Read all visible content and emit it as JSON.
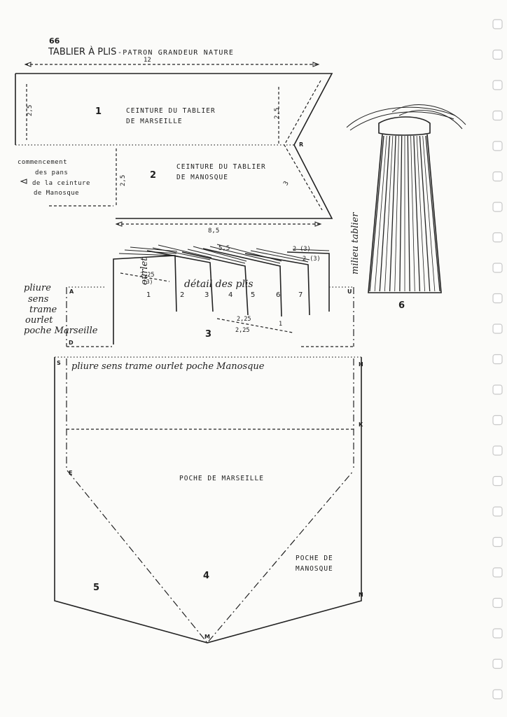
{
  "header": {
    "page_number": "66",
    "title": "TABLIER À PLIS",
    "subtitle": "-PATRON GRANDEUR NATURE"
  },
  "belt": {
    "dim_top": "12",
    "dim_left": "2,5",
    "piece1_num": "1",
    "piece1_label_l1": "CEINTURE DU TABLIER",
    "piece1_label_l2": "DE MARSEILLE",
    "dim_right": "2,5",
    "point_r": "R",
    "note_l1": "commencement",
    "note_l2": "des pans",
    "note_l3": "de la ceinture",
    "note_l4": "de Manosque",
    "dim_left2": "2,5",
    "piece2_num": "2",
    "piece2_label_l1": "CEINTURE DU TABLIER",
    "piece2_label_l2": "DE MANOSQUE",
    "dim_diag": "3",
    "dim_bottom": "8,5"
  },
  "pleats": {
    "dim_top": "5,5",
    "dim_right1": "2 (3)",
    "dim_right2": "2 (3)",
    "dim_left_a": "2,25",
    "dim_left_b": "(3)",
    "label_ourlet": "ourlet",
    "label_detail": "détail des plis",
    "label_milieu": "milieu tablier",
    "pleat_numbers": [
      "1",
      "2",
      "3",
      "4",
      "5",
      "6",
      "7"
    ],
    "dim_mid1": "2,25",
    "dim_mid2": "2,25",
    "dim_mid3": "1",
    "side_note": [
      "pliure",
      "sens",
      "trame",
      "ourlet",
      "poche Marseille"
    ],
    "piece3_num": "3",
    "point_a": "A",
    "point_d": "D",
    "point_u": "U"
  },
  "pocket": {
    "point_s": "S",
    "point_h": "H",
    "point_k": "K",
    "point_e": "E",
    "point_n": "N",
    "point_m": "M",
    "fold_note": "pliure sens trame ourlet poche Manosque",
    "label_marseille": "POCHE DE MARSEILLE",
    "label_manosque_l1": "POCHE DE",
    "label_manosque_l2": "MANOSQUE",
    "piece4_num": "4",
    "piece5_num": "5"
  },
  "figure6": {
    "num": "6"
  }
}
